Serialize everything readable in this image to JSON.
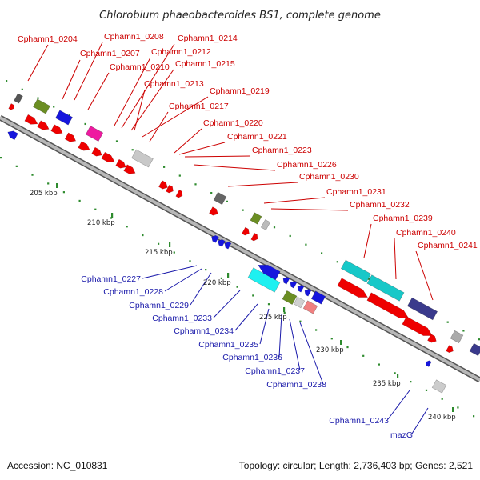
{
  "title": "Chlorobium phaeobacteroides BS1, complete genome",
  "footer": {
    "accession": "Accession: NC_010831",
    "summary": "Topology: circular; Length: 2,736,403 bp; Genes: 2,521"
  },
  "colors": {
    "forward_label": "#cc0000",
    "reverse_label": "#1a1aaa",
    "backbone": "#9a9a9a",
    "tick": "#2e8b2e"
  },
  "kbp_labels": [
    "205 kbp",
    "210 kbp",
    "215 kbp",
    "220 kbp",
    "225 kbp",
    "230 kbp",
    "235 kbp",
    "240 kbp"
  ],
  "forward_genes": [
    "Cphamn1_0204",
    "Cphamn1_0207",
    "Cphamn1_0208",
    "Cphamn1_0210",
    "Cphamn1_0212",
    "Cphamn1_0214",
    "Cphamn1_0215",
    "Cphamn1_0213",
    "Cphamn1_0219",
    "Cphamn1_0217",
    "Cphamn1_0220",
    "Cphamn1_0221",
    "Cphamn1_0223",
    "Cphamn1_0226",
    "Cphamn1_0230",
    "Cphamn1_0231",
    "Cphamn1_0232",
    "Cphamn1_0239",
    "Cphamn1_0240",
    "Cphamn1_0241"
  ],
  "reverse_genes": [
    "Cphamn1_0227",
    "Cphamn1_0228",
    "Cphamn1_0229",
    "Cphamn1_0233",
    "Cphamn1_0234",
    "Cphamn1_0235",
    "Cphamn1_0236",
    "Cphamn1_0237",
    "Cphamn1_0238",
    "Cphamn1_0243",
    "mazG"
  ]
}
